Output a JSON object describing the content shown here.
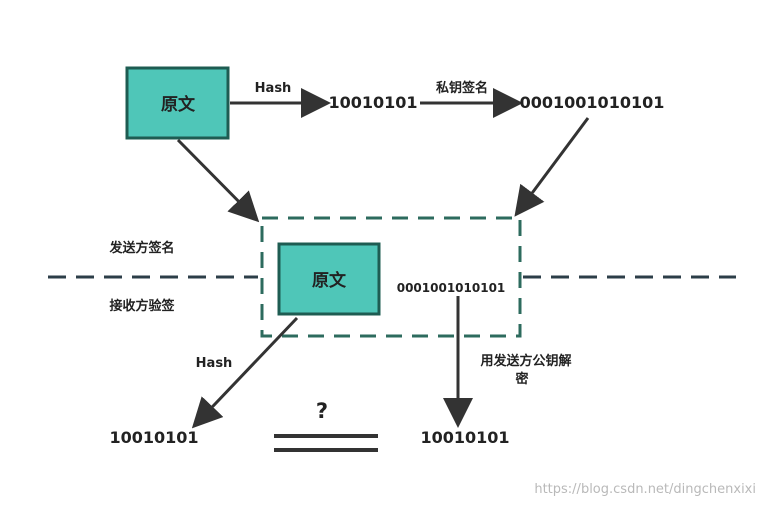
{
  "colors": {
    "box_fill": "#4fc6b8",
    "box_border": "#1e5c52",
    "dashed_box": "#2d6b5e",
    "dashed_line": "#2c3e48",
    "arrow": "#333333",
    "text": "#222222",
    "watermark": "#b9b9b9"
  },
  "top": {
    "original_label": "原文",
    "hash_label": "Hash",
    "digest": "10010101",
    "sign_label": "私钥签名",
    "signature": "0001001010101"
  },
  "middle": {
    "sender_side": "发送方签名",
    "receiver_side": "接收方验签",
    "original_label": "原文",
    "signature": "0001001010101"
  },
  "bottom": {
    "hash_label": "Hash",
    "decrypt_label_line1": "用发送方公钥解",
    "decrypt_label_line2": "密",
    "digest_left": "10010101",
    "question": "?",
    "digest_right": "10010101"
  },
  "watermark": "https://blog.csdn.net/dingchenxixi"
}
